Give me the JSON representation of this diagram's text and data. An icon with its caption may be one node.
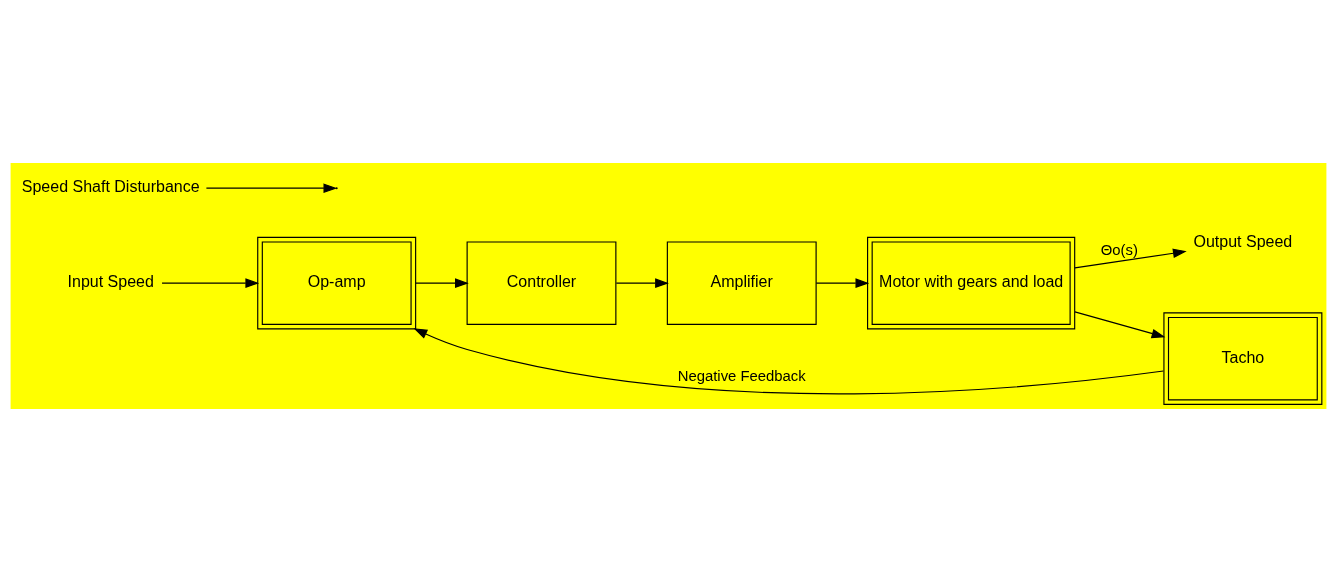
{
  "diagram": {
    "nodes": [
      {
        "text": [
          "Input Speed"
        ]
      },
      {
        "text": [
          "Op-amp"
        ]
      },
      {
        "text": [
          "Controller"
        ]
      },
      {
        "text": [
          "Amplifier"
        ]
      },
      {
        "text": [
          "Motor with gears and load"
        ]
      },
      {
        "text": [
          "Speed Shaft Disturbance"
        ]
      },
      {
        "text": [
          "Output Speed"
        ]
      },
      {
        "text": [
          "Tacho"
        ]
      }
    ],
    "edges": [
      {
        "from": 0,
        "to": 1,
        "arrow": "to"
      },
      {
        "from": 1,
        "to": 2,
        "arrow": "to"
      },
      {
        "from": 2,
        "to": 3,
        "arrow": "to"
      },
      {
        "from": 3,
        "to": 4,
        "arrow": "to"
      },
      {
        "from": 5,
        "to": null,
        "arrow": "to"
      },
      {
        "from": 4,
        "to": 6,
        "arrow": "to",
        "label": "Θo(s)"
      },
      {
        "from": 4,
        "to": 7,
        "arrow": "to"
      },
      {
        "from": 7,
        "to": 1,
        "arrow": "to",
        "label": "Negative Feedback"
      }
    ]
  }
}
